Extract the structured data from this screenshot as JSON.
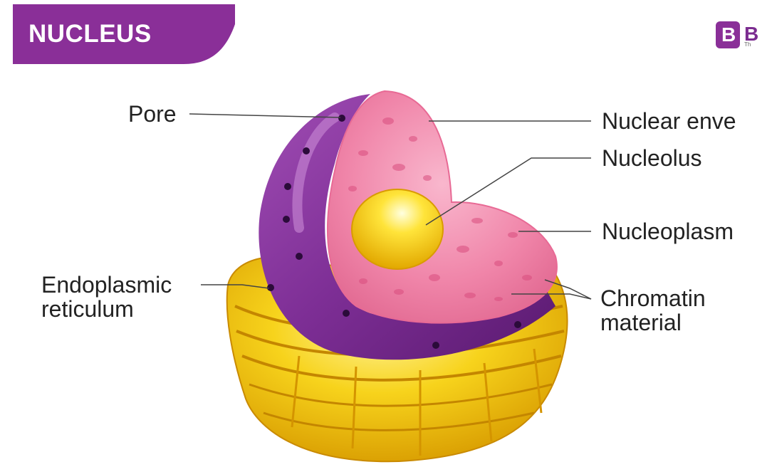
{
  "header": {
    "title": "NUCLEUS",
    "banner_color": "#8a2f98"
  },
  "logo": {
    "mark_letter": "B",
    "wordmark": "B",
    "tagline": "Th"
  },
  "labels": {
    "pore": "Pore",
    "nuclear_envelope": "Nuclear enve",
    "nucleolus": "Nucleolus",
    "nucleoplasm": "Nucleoplasm",
    "chromatin": "Chromatin\nmaterial",
    "er": "Endoplasmic\nreticulum"
  },
  "colors": {
    "envelope": "#7b2f92",
    "nucleoplasm": "#f07fa6",
    "nucleolus": "#f5d000",
    "er": "#f2c21a"
  }
}
